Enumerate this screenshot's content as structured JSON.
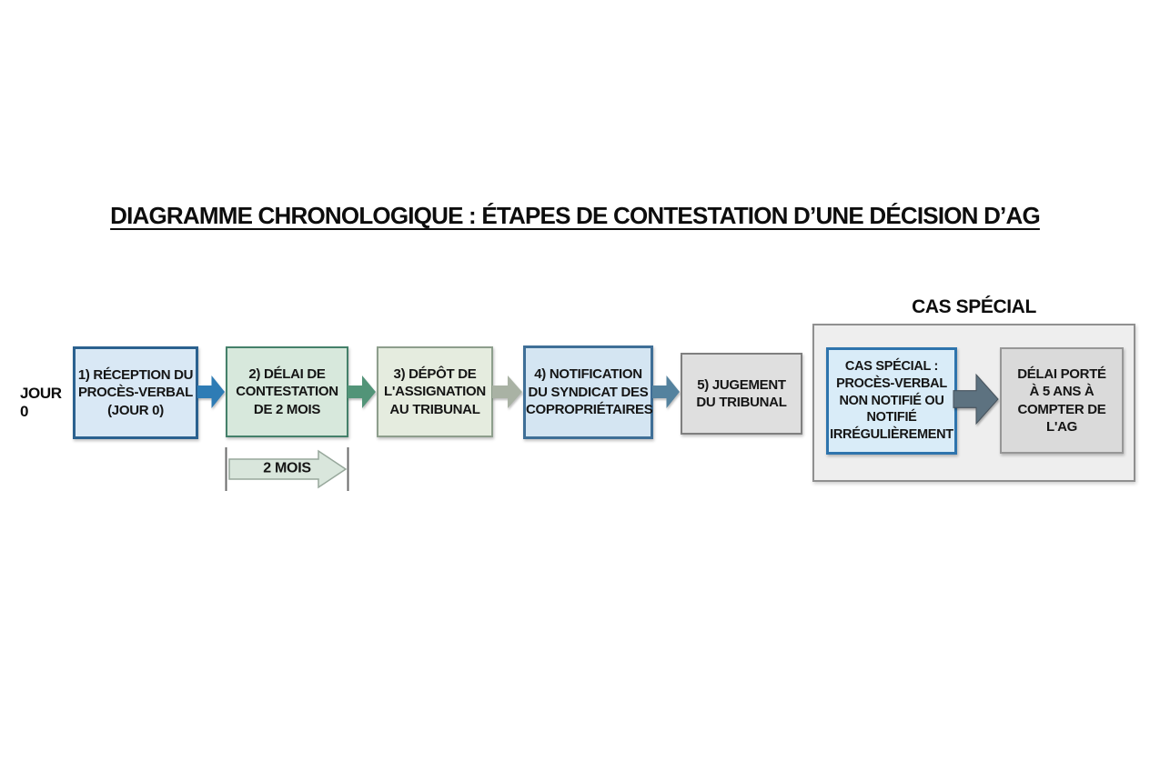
{
  "title": "DIAGRAMME CHRONOLOGIQUE : ÉTAPES DE CONTESTATION D’UNE DÉCISION D’AG",
  "timeline": {
    "start_label": "JOUR 0",
    "steps": [
      {
        "lines": [
          "1) RÉCEPTION DU",
          "PROCÈS-VERBAL",
          "(JOUR 0)"
        ]
      },
      {
        "lines": [
          "2) DÉLAI DE",
          "CONTESTATION",
          "DE 2 MOIS"
        ]
      },
      {
        "lines": [
          "3) DÉPÔT DE",
          "L'ASSIGNATION",
          "AU TRIBUNAL"
        ]
      },
      {
        "lines": [
          "4) NOTIFICATION",
          "DU SYNDICAT DES",
          "COPROPRIÉTAIRES"
        ]
      },
      {
        "lines": [
          "5) JUGEMENT",
          "DU TRIBUNAL"
        ]
      }
    ],
    "duration_label": "2 MOIS"
  },
  "special_case": {
    "header": "CAS SPÉCIAL",
    "cause_lines": [
      "CAS SPÉCIAL :",
      "PROCÈS-VERBAL",
      "NON NOTIFIÉ OU",
      "NOTIFIÉ",
      "IRRÉGULIÈREMENT"
    ],
    "effect_lines": [
      "DÉLAI PORTÉ",
      "À 5 ANS À",
      "COMPTER DE",
      "L'AG"
    ]
  },
  "colors": {
    "text": "#141414",
    "step1-fill": "#d9e8f5",
    "step1-border": "#2b618f",
    "step2-fill": "#d7e8dc",
    "step2-border": "#44806a",
    "step3-fill": "#e5ecdf",
    "step3-border": "#8d9e8c",
    "step4-fill": "#d4e5f2",
    "step4-border": "#3f6f97",
    "step5-fill": "#dfdfdf",
    "step5-border": "#7f7f7f",
    "arrow1": "#2e7cb5",
    "arrow2": "#529478",
    "arrow3": "#a9b2a4",
    "arrow4": "#54829e",
    "measure-fill": "#d9e6dc",
    "measure-stroke": "#97a79b",
    "measure-tick": "#6b6b6b",
    "special-outer-fill": "#eeeeee",
    "special-outer-border": "#909090",
    "special-cause-fill": "#d9ecf8",
    "special-cause-border": "#2e74ad",
    "special-effect-fill": "#dadada",
    "special-effect-border": "#979797",
    "special-arrow": "#5d7280"
  }
}
